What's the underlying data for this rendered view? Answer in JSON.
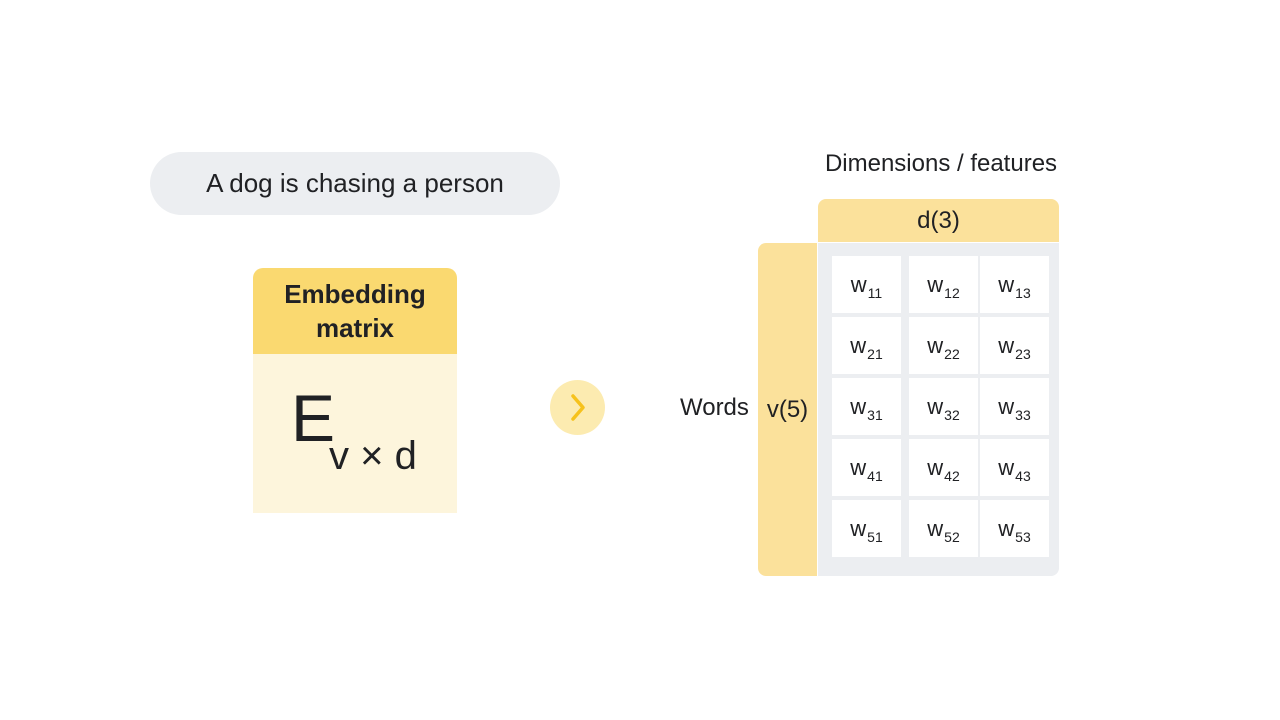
{
  "sentence": "A dog is chasing a person",
  "embedding": {
    "title": "Embedding matrix",
    "symbol": "E",
    "subscript": "v × d"
  },
  "matrix": {
    "title": "Dimensions / features",
    "column_header": "d(3)",
    "row_header": "v(5)",
    "row_label": "Words",
    "cells": [
      [
        {
          "base": "w",
          "sub": "11"
        },
        {
          "base": "w",
          "sub": "12"
        },
        {
          "base": "w",
          "sub": "13"
        }
      ],
      [
        {
          "base": "w",
          "sub": "21"
        },
        {
          "base": "w",
          "sub": "22"
        },
        {
          "base": "w",
          "sub": "23"
        }
      ],
      [
        {
          "base": "w",
          "sub": "31"
        },
        {
          "base": "w",
          "sub": "32"
        },
        {
          "base": "w",
          "sub": "33"
        }
      ],
      [
        {
          "base": "w",
          "sub": "41"
        },
        {
          "base": "w",
          "sub": "42"
        },
        {
          "base": "w",
          "sub": "43"
        }
      ],
      [
        {
          "base": "w",
          "sub": "51"
        },
        {
          "base": "w",
          "sub": "52"
        },
        {
          "base": "w",
          "sub": "53"
        }
      ]
    ]
  },
  "arrow": {
    "icon": "chevron-right-icon"
  },
  "colors": {
    "header_yellow": "#fad970",
    "card_body": "#fdf5dc",
    "pill_gray": "#eceef1",
    "arrow_circle": "#fcebb0",
    "arrow_chevron": "#f6c21c"
  }
}
